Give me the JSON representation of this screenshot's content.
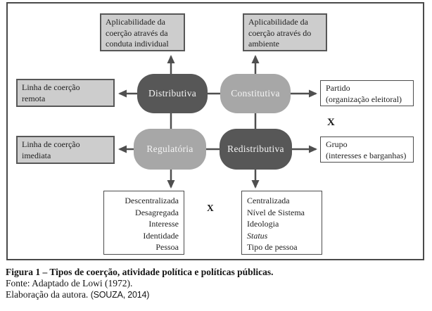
{
  "figure": {
    "boxes": {
      "top_left": {
        "lines": [
          "Aplicabilidade da",
          "coerção através da",
          "conduta individual"
        ]
      },
      "top_right": {
        "lines": [
          "Aplicabilidade da",
          "coerção através do",
          "ambiente"
        ]
      },
      "left_upper": {
        "lines": [
          "Linha de coerção",
          "remota"
        ]
      },
      "left_lower": {
        "lines": [
          "Linha de coerção",
          "imediata"
        ]
      },
      "right_upper": {
        "lines": [
          "Partido",
          "(organização eleitoral)"
        ]
      },
      "right_lower": {
        "lines": [
          "Grupo",
          "(interesses e barganhas)"
        ]
      },
      "bottom_left": {
        "lines": [
          "Descentralizada",
          "Desagregada",
          "Interesse",
          "Identidade",
          "Pessoa"
        ]
      },
      "bottom_right": {
        "lines": [
          "Centralizada",
          "Nível de Sistema",
          "Ideologia",
          "Status",
          "Tipo de pessoa"
        ]
      }
    },
    "nodes": [
      {
        "label": "Distributiva",
        "tone": "dark"
      },
      {
        "label": "Constitutiva",
        "tone": "light"
      },
      {
        "label": "Regulatória",
        "tone": "light"
      },
      {
        "label": "Redistributiva",
        "tone": "dark"
      }
    ],
    "x_marks": {
      "right": "X",
      "bottom": "X"
    },
    "colors": {
      "node_dark": "#575757",
      "node_light": "#a7a7a7",
      "gray_box_fill": "#cdcdcd",
      "line": "#4f4f4f"
    }
  },
  "caption": {
    "title": "Figura 1 – Tipos de coerção, atividade política e políticas públicas.",
    "source": "Fonte: Adaptado de Lowi (1972).",
    "credit": "Elaboração da autora.",
    "citation": "(SOUZA, 2014)"
  }
}
